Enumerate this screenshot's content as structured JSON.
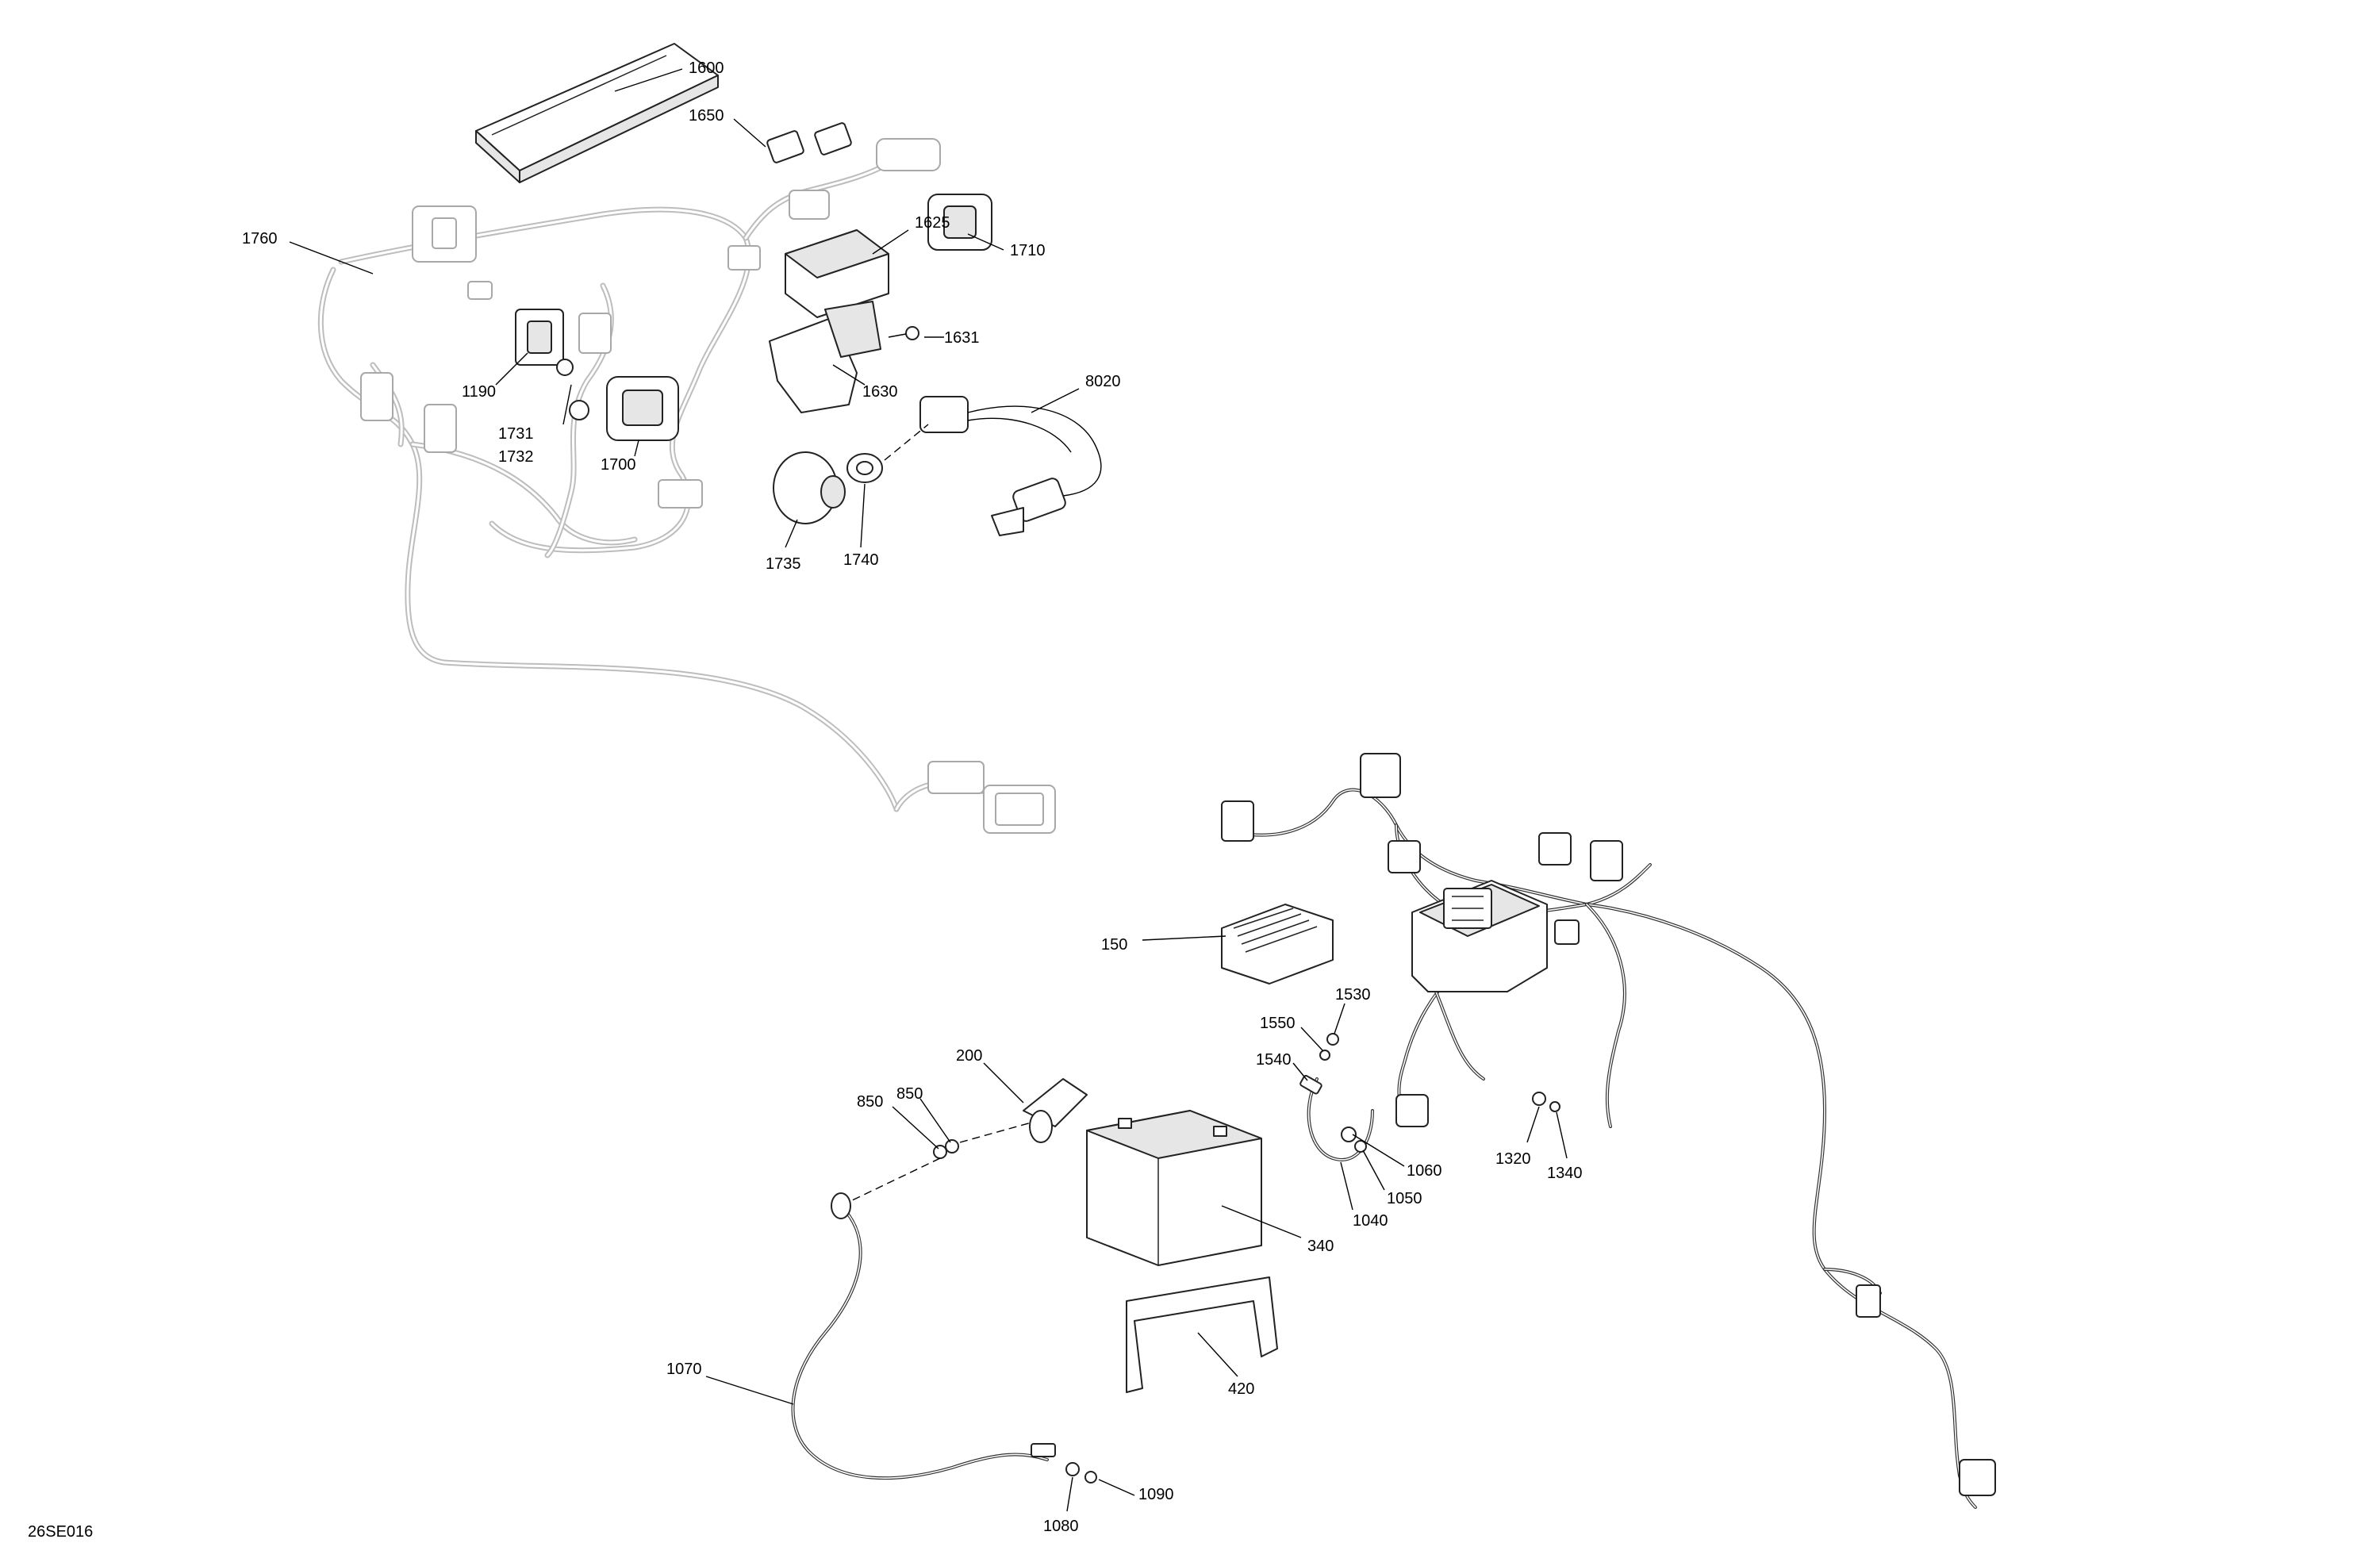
{
  "drawing": {
    "code": "26SE016"
  },
  "callouts": {
    "c1600": "1600",
    "c1650": "1650",
    "c1760": "1760",
    "c1625": "1625",
    "c1710": "1710",
    "c1631": "1631",
    "c1190": "1190",
    "c1630": "1630",
    "c8020": "8020",
    "c1731": "1731",
    "c1732": "1732",
    "c1700": "1700",
    "c1735": "1735",
    "c1740": "1740",
    "c150": "150",
    "c1530": "1530",
    "c1550": "1550",
    "c1540": "1540",
    "c200": "200",
    "c850a": "850",
    "c850b": "850",
    "c1060": "1060",
    "c1050": "1050",
    "c1040": "1040",
    "c1320": "1320",
    "c1340": "1340",
    "c340": "340",
    "c420": "420",
    "c1070": "1070",
    "c1090": "1090",
    "c1080": "1080"
  }
}
